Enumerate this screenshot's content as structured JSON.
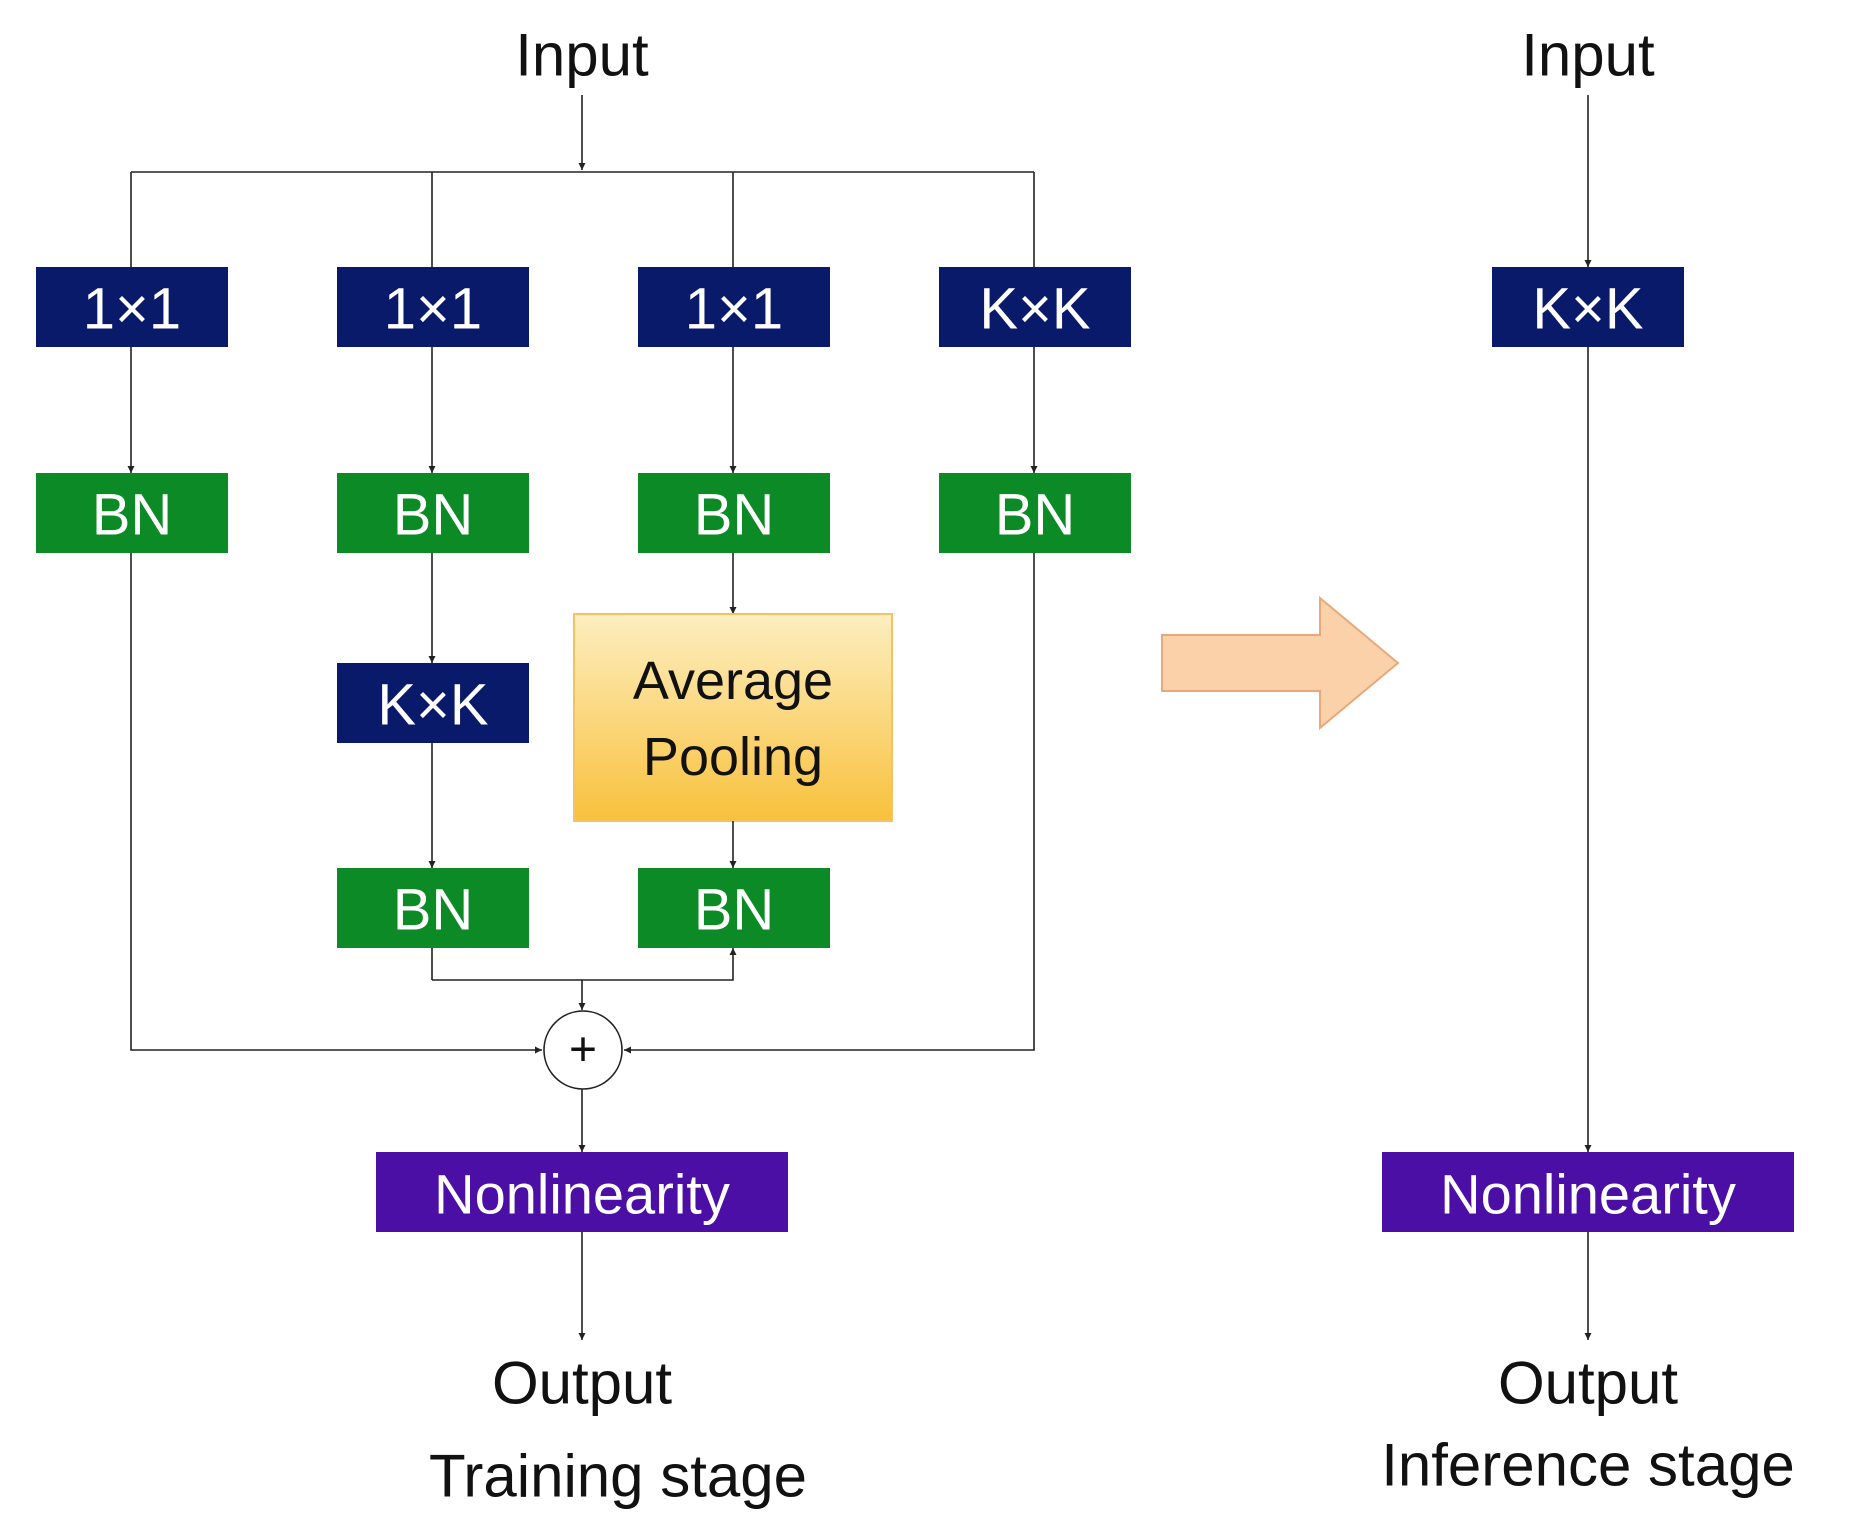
{
  "colors": {
    "conv": "#0a1a6b",
    "bn": "#0b8a26",
    "nonlinearity": "#4b0fa6",
    "pool_top": "#fdeec0",
    "pool_bottom": "#f8c13c",
    "arrow_fill": "#fad1a8",
    "arrow_stroke": "#e9a878"
  },
  "training": {
    "input_label": "Input",
    "branch1": {
      "conv": "1×1",
      "bn": "BN"
    },
    "branch2": {
      "conv": "1×1",
      "bn": "BN",
      "conv2": "K×K",
      "bn2": "BN"
    },
    "branch3": {
      "conv": "1×1",
      "bn": "BN",
      "pool_line1": "Average",
      "pool_line2": "Pooling",
      "bn2": "BN"
    },
    "branch4": {
      "conv": "K×K",
      "bn": "BN"
    },
    "add_symbol": "+",
    "nonlinearity": "Nonlinearity",
    "output_label": "Output",
    "stage_label": "Training stage"
  },
  "inference": {
    "input_label": "Input",
    "conv": "K×K",
    "nonlinearity": "Nonlinearity",
    "output_label": "Output",
    "stage_label": "Inference stage"
  },
  "transform_arrow_icon": "right-arrow-icon"
}
